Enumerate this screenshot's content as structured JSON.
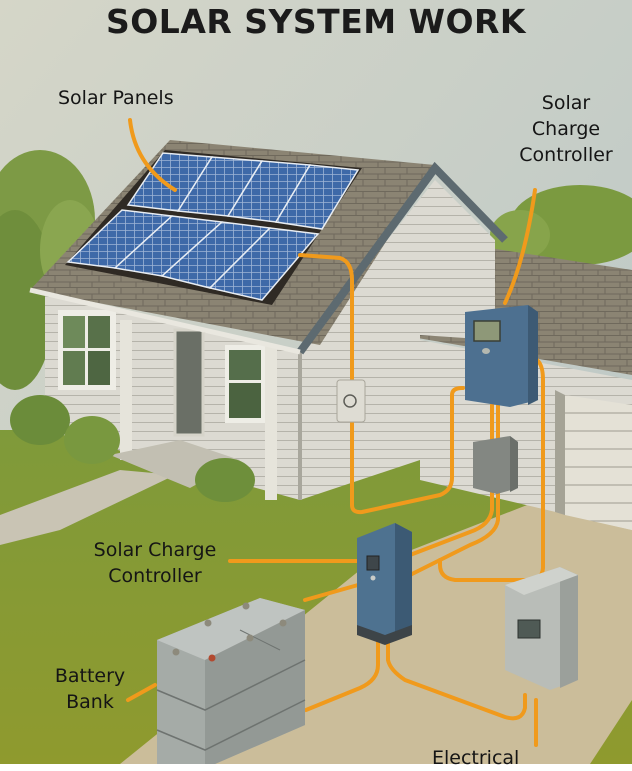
{
  "title": "SOLAR SYSTEM WORK",
  "labels": {
    "solar_panels": "Solar Panels",
    "charge_controller_top": [
      "Solar",
      "Charge",
      "Controller"
    ],
    "charge_controller_mid": [
      "Solar Charge",
      "Controller"
    ],
    "battery_bank": [
      "Battery",
      "Bank"
    ],
    "electrical": "Electrical"
  },
  "colors": {
    "sky": "#c9d2cd",
    "wire": "#f09a1c",
    "roof": "#8a8272",
    "siding": "#d9d8d0",
    "panel": "#3f6aa6",
    "controller": "#4f7390",
    "battery": "#a9afab",
    "grass": "#8a9a33",
    "pavement": "#cbbd9a"
  },
  "components": [
    {
      "name": "Solar Panels",
      "count": 8
    },
    {
      "name": "Solar Charge Controller (wall)"
    },
    {
      "name": "Junction Box"
    },
    {
      "name": "Solar Charge Controller (ground)"
    },
    {
      "name": "Battery Bank",
      "units": 3
    },
    {
      "name": "Electrical Panel"
    }
  ]
}
